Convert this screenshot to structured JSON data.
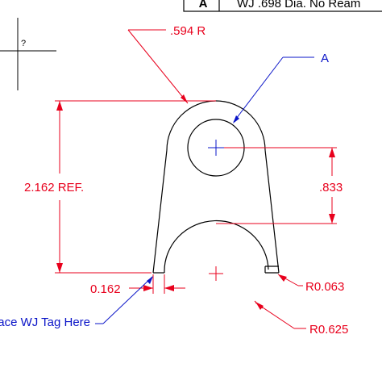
{
  "title_block": {
    "ref": "A",
    "description": "WJ .698 Dia. No Ream"
  },
  "cursor": {
    "glyph": "?"
  },
  "dimensions": {
    "radius_top": ".594 R",
    "callout_A": "A",
    "overall_height": "2.162 REF.",
    "hole_to_cut": ".833",
    "edge_offset": "0.162",
    "fillet_radius": "R0.063",
    "cut_radius": "R0.625",
    "tag_note": "Place WJ Tag Here"
  },
  "colors": {
    "dimension": "#e8001c",
    "annotation": "#0a14c8",
    "geometry": "#000000"
  }
}
